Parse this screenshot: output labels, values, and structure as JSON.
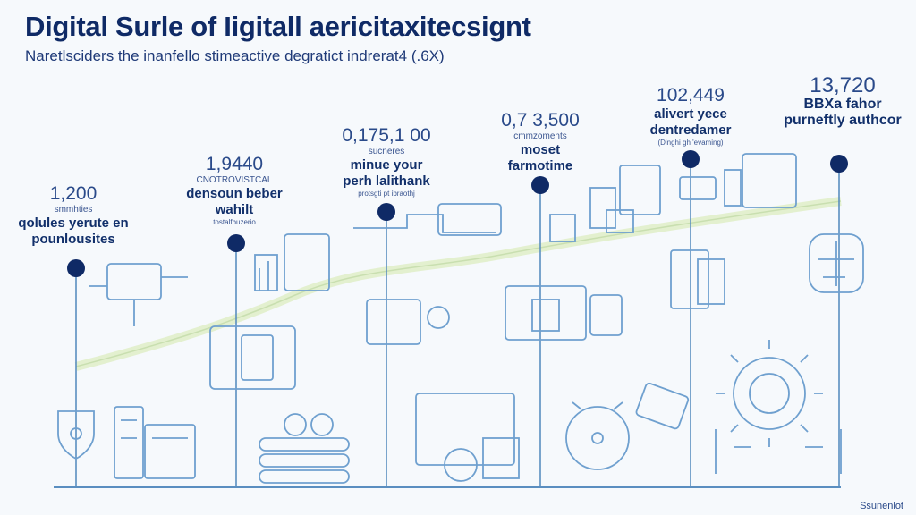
{
  "title": "Digital Surle of Iigitall aericitaxitecsignt",
  "subtitle": "Naretlsciders the inanfello stimeactive degratict indrerat4 (.6X)",
  "milestones": [
    {
      "value": "1,200",
      "caption": "smmhties",
      "heading": "qolules yerute en pounlousites",
      "note": ""
    },
    {
      "value": "1,9440",
      "caption": "CNOTROVISTCAL",
      "heading": "densoun beber wahilt",
      "note": "tostalfbuzerio"
    },
    {
      "value": "0,175,1 00",
      "caption": "sucneres",
      "heading": "minue your perh lalithank",
      "note": "protsgti pt ibraothj"
    },
    {
      "value": "0,7 3,500",
      "caption": "cmmzoments",
      "heading": "moset farmotime",
      "note": ""
    },
    {
      "value": "102,449",
      "caption": "",
      "heading": "alivert yece dentredamer",
      "note": "(Dinghi gh 'evaming)"
    },
    {
      "value": "13,720",
      "caption": "",
      "heading": "BBXa fahor purneftly authcor",
      "note": ""
    }
  ],
  "footer": "Ssunenlot",
  "colors": {
    "navy": "#0f2a66",
    "line": "#5a8ec0",
    "trend": "#e3efc8"
  }
}
